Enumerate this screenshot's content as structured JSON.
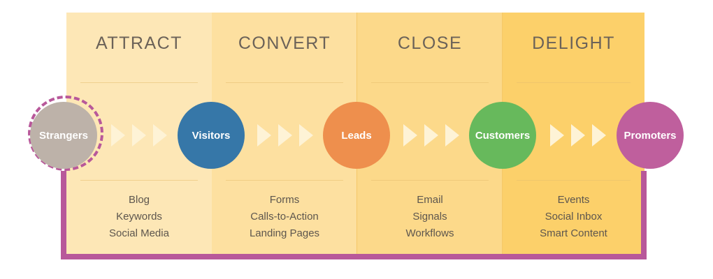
{
  "stages": [
    {
      "title": "ATTRACT",
      "tactics": [
        "Blog",
        "Keywords",
        "Social Media"
      ]
    },
    {
      "title": "CONVERT",
      "tactics": [
        "Forms",
        "Calls-to-Action",
        "Landing Pages"
      ]
    },
    {
      "title": "CLOSE",
      "tactics": [
        "Email",
        "Signals",
        "Workflows"
      ]
    },
    {
      "title": "DELIGHT",
      "tactics": [
        "Events",
        "Social Inbox",
        "Smart Content"
      ]
    }
  ],
  "nodes": {
    "strangers": "Strangers",
    "visitors": "Visitors",
    "leads": "Leads",
    "customers": "Customers",
    "promoters": "Promoters"
  },
  "colors": {
    "strangers": "#bdb2a9",
    "visitors": "#3677a8",
    "leads": "#ee8f4d",
    "customers": "#67b95c",
    "promoters": "#bf5f9d",
    "loop": "#b8589a",
    "chevron": "#fef3d6"
  }
}
